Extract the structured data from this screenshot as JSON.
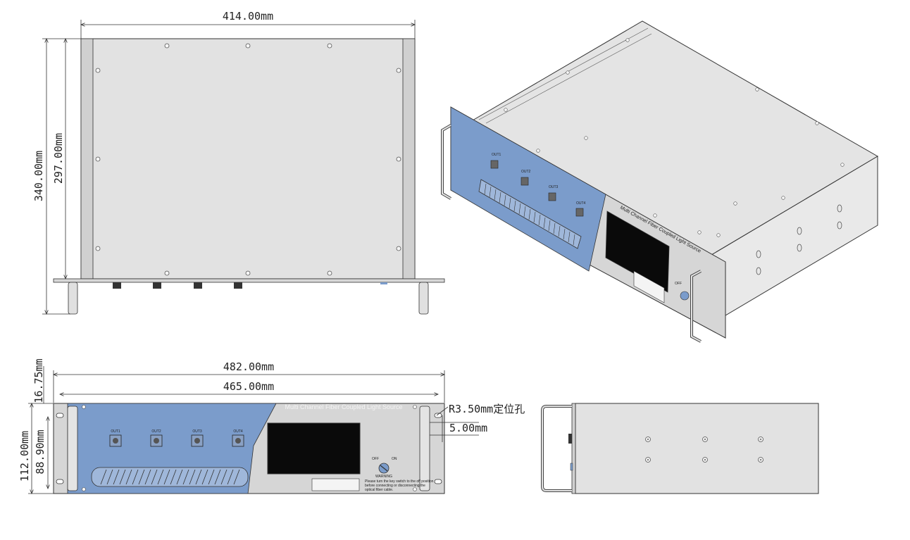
{
  "drawing": {
    "top_view": {
      "width_dim": "414.00mm",
      "depth_outer_dim": "340.00mm",
      "depth_inner_dim": "297.00mm"
    },
    "front_view": {
      "total_width_dim": "482.00mm",
      "inner_width_dim": "465.00mm",
      "height_dim": "112.00mm",
      "panel_height_dim": "88.90mm",
      "top_offset_dim": "16.75mm",
      "hole_note": "R3.50mm定位孔",
      "hole_offset_dim": "5.00mm",
      "product_title": "Multi Channel Fiber Coupled Light Source",
      "ports": [
        "OUT1",
        "OUT2",
        "OUT3",
        "OUT4"
      ],
      "switch_off": "OFF",
      "switch_on": "ON",
      "warning_title": "WARNING",
      "warning_text": [
        "Please turn the key switch to the off position",
        "before connecting or disconnecting the",
        "optical fiber cable."
      ]
    },
    "iso_view": {
      "product_title": "Multi Channel Fiber Coupled Light Source",
      "ports": [
        "OUT1",
        "OUT2",
        "OUT3",
        "OUT4"
      ],
      "switch_off": "OFF"
    },
    "colors": {
      "panel_blue": "#7b9ccb",
      "metal": "#dcdcdc",
      "line": "#333333",
      "screen": "#0a0a0a"
    }
  }
}
